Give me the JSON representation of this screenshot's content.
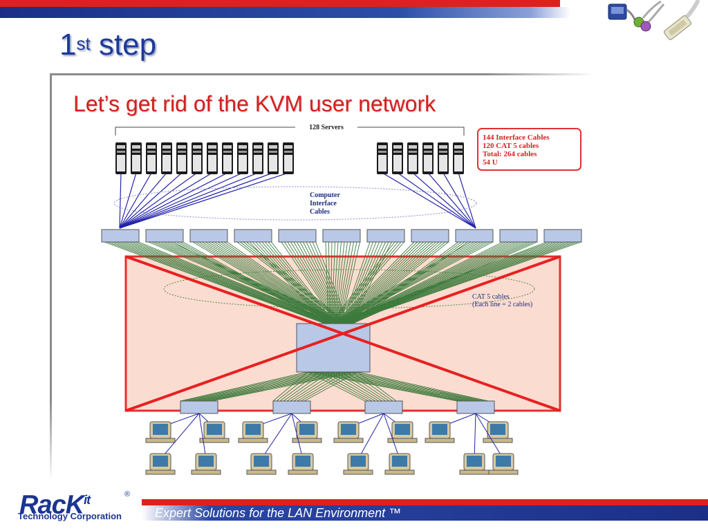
{
  "slide": {
    "title_main": "1",
    "title_sup": "st",
    "title_rest": " step",
    "subtitle": "Let’s get rid of the KVM user network"
  },
  "diagram": {
    "servers_label": "128 Servers",
    "info_box": [
      "144 Interface Cables",
      "120 CAT 5 cables",
      "Total: 264 cables",
      "54 U"
    ],
    "computer_cables_label": [
      "Computer",
      "Interface",
      "Cables"
    ],
    "cat5_label": [
      "CAT 5 cables",
      "(Each line = 2 cables)"
    ]
  },
  "footer": {
    "logo": "RacK",
    "logo_sup": "it",
    "logo_reg": "®",
    "company": "Technology Corporation",
    "tagline": "Expert Solutions for the LAN Environment ™"
  },
  "colors": {
    "title_blue": "#1d3a9a",
    "subtitle_red": "#d42020",
    "stripe_red": "#e0201c",
    "stripe_blue": "#1b2f86",
    "cable_blue": "#2222aa",
    "cable_green": "#3d7a3d",
    "switch_fill": "#b8c8e6",
    "cross_fill": "#fbdcd0"
  }
}
